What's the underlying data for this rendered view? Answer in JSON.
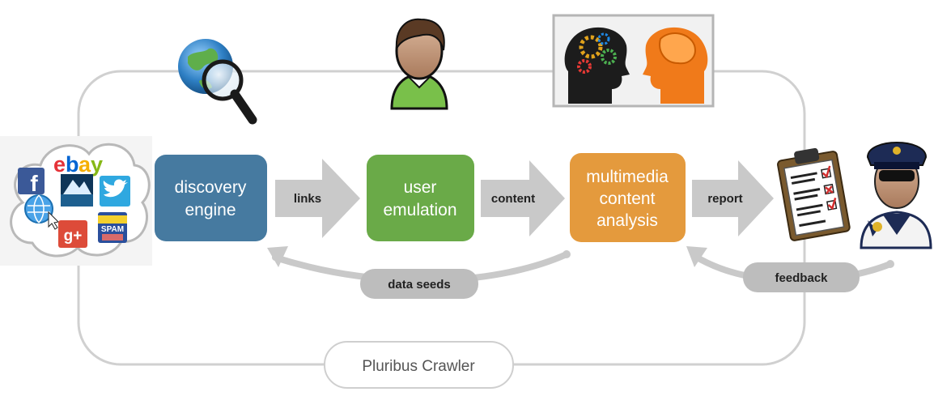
{
  "boxes": {
    "discovery": {
      "line1": "discovery",
      "line2": "engine",
      "color": "#467aa0"
    },
    "user": {
      "line1": "user",
      "line2": "emulation",
      "color": "#6aaa48"
    },
    "multimedia": {
      "line1": "multimedia",
      "line2": "content",
      "line3": "analysis",
      "color": "#e49a3d"
    }
  },
  "arrows": {
    "links": "links",
    "content": "content",
    "report": "report"
  },
  "feedback_pills": {
    "data_seeds": "data seeds",
    "feedback": "feedback"
  },
  "crawler_label": "Pluribus Crawler",
  "cloud_logos": {
    "facebook": "f",
    "ebay_e": "e",
    "ebay_b": "b",
    "ebay_a": "a",
    "ebay_y": "y",
    "google_plus": "g+",
    "spam": "SPAM"
  },
  "icons": [
    "globe-magnifier-icon",
    "user-avatar-icon",
    "brain-analysis-icon",
    "checklist-icon",
    "police-officer-icon",
    "cloud-icon"
  ],
  "colors": {
    "arrow_gray": "#c9c9c9",
    "outline_gray": "#cfcfcf",
    "pill_gray": "#bdbdbd"
  }
}
